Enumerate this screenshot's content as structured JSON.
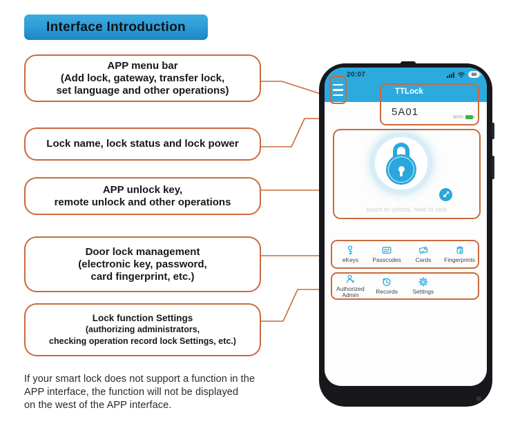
{
  "title": "Interface Introduction",
  "callouts": [
    {
      "id": "app-menu-bar",
      "lines": [
        "APP menu bar",
        "(Add lock, gateway, transfer lock,",
        "set language and other operations)"
      ]
    },
    {
      "id": "lock-name-status-power",
      "lines": [
        "Lock name, lock status and lock power"
      ]
    },
    {
      "id": "app-unlock-key",
      "lines": [
        "APP unlock key,",
        "remote unlock and other operations"
      ]
    },
    {
      "id": "door-lock-management",
      "lines": [
        "Door lock management",
        "(electronic key, password,",
        "card fingerprint, etc.)"
      ]
    },
    {
      "id": "lock-function-settings",
      "lines": [
        "Lock function Settings",
        "(authorizing administrators,",
        "checking operation record lock Settings, etc.)"
      ]
    }
  ],
  "footnote": {
    "lines": [
      "If your smart lock does not support a function in the",
      "APP interface, the function will not be displayed",
      "on the west of the APP interface."
    ]
  },
  "phone": {
    "status_bar": {
      "time": "20:07",
      "battery": "88",
      "icons": [
        "signal-bars-icon",
        "wifi-icon",
        "battery-pill"
      ]
    },
    "app_header": {
      "title": "TTLock",
      "menu_icon": "hamburger-menu-icon"
    },
    "lock_info": {
      "name": "5A01",
      "battery": "80%"
    },
    "unlock": {
      "hint": "touch to unlock, hold to lock",
      "icons": [
        "padlock-icon",
        "remote-unlock-icon"
      ]
    },
    "menu_row1": [
      {
        "label": "eKeys",
        "icon": "key-icon"
      },
      {
        "label": "Passcodes",
        "icon": "passcode-icon"
      },
      {
        "label": "Cards",
        "icon": "card-icon"
      },
      {
        "label": "Fingerprints",
        "icon": "fingerprint-icon"
      }
    ],
    "menu_row2": [
      {
        "label": "Authorized Admin",
        "icon": "admin-icon"
      },
      {
        "label": "Records",
        "icon": "records-icon"
      },
      {
        "label": "Settings",
        "icon": "settings-icon"
      }
    ]
  },
  "colors": {
    "callout_border": "#c96a3b",
    "title_bg": "#2e9fd8",
    "header_blue": "#2caade",
    "icon_cyan": "#2aa7dc",
    "battery_green": "#3cb54a"
  }
}
